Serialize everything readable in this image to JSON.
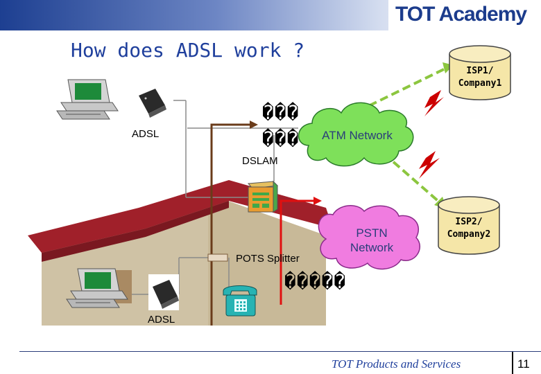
{
  "header": {
    "logo_text": "TOT Academy",
    "brand_color": "#1c3c8c"
  },
  "title": "How does ADSL work ?",
  "labels": {
    "adsl_top": "ADSL",
    "adsl_bottom": "ADSL",
    "dslam": "DSLAM",
    "pots_splitter": "POTS Splitter",
    "atm_network": "ATM Network",
    "pstn_network": "PSTN Network",
    "isp1": "ISP1/ Company1",
    "isp2": "ISP2/ Company2",
    "glyphs_top_1": "���",
    "glyphs_top_2": "���",
    "glyphs_bottom": "�����"
  },
  "icons": [
    "computer-icon",
    "adsl-modem-icon",
    "dslam-icon",
    "telephone-icon",
    "house-icon",
    "lightning-icon",
    "cloud-icon",
    "database-cylinder-icon"
  ],
  "colors": {
    "cloud_green": "#7ee05a",
    "cloud_pink": "#f07ce0",
    "cylinder": "#f5e6a8",
    "brown_line": "#6a3b1a",
    "red_line": "#e01010",
    "dashed_green": "#8cc63f",
    "lightning_red": "#cc0000"
  },
  "footer": {
    "text": "TOT Products and Services",
    "page_number": "11"
  }
}
